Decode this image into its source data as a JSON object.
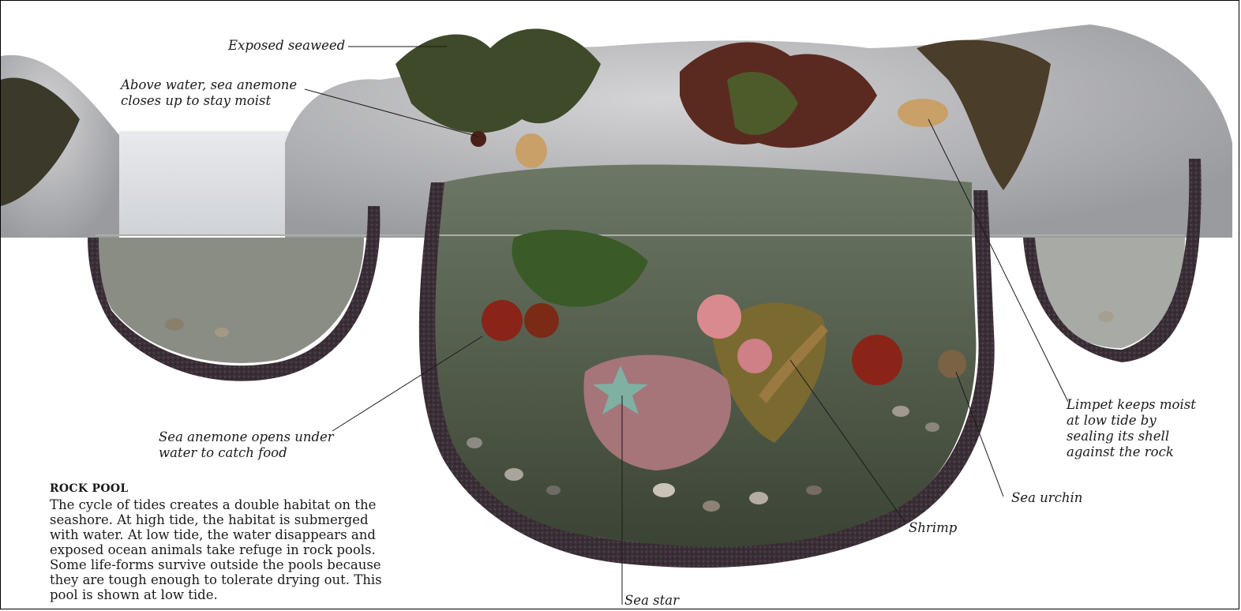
{
  "labels": {
    "exposed_seaweed": "Exposed seaweed",
    "closed_anemone": "Above water, sea anemone\ncloses up to stay moist",
    "open_anemone": "Sea anemone opens under\nwater to catch food",
    "limpet": "Limpet keeps moist\nat low tide by\nsealing its shell\nagainst the rock",
    "sea_urchin": "Sea urchin",
    "shrimp": "Shrimp",
    "sea_star": "Sea star"
  },
  "caption": {
    "title": "ROCK POOL",
    "body": "The cycle of tides creates a double habitat on the seashore. At high tide, the habitat is submerged with water. At low tide, the water disappears and exposed ocean animals take refuge in rock pools. Some life-forms survive outside the pools because they are tough enough to tolerate drying out. This pool is shown at low tide."
  },
  "colors": {
    "rock": "#b9b9ba",
    "rock_shadow": "#8e8f93",
    "gravel": "#3a2f36",
    "water": "#5f6b5c",
    "water_deep": "#3d4a38",
    "seaweed_dark": "#3e4a2a",
    "seaweed_red": "#6e2a22",
    "anemone_red": "#8a2418",
    "anemone_pink": "#d98a8f",
    "sea_star": "#7fb0a2",
    "limpet": "#c8a068"
  }
}
